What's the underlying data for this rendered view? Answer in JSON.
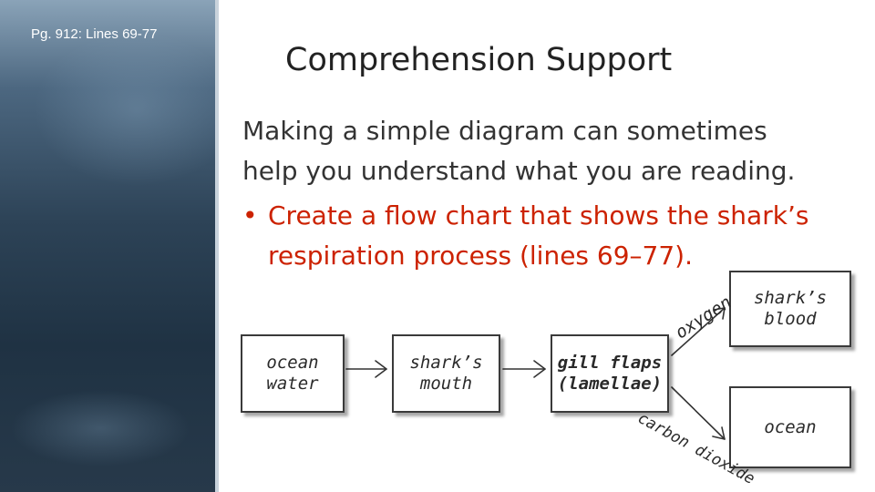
{
  "page_ref": "Pg. 912: Lines 69-77",
  "title": "Comprehension Support",
  "body": {
    "line1": "Making a simple diagram can sometimes",
    "line2": "help you understand what you are reading.",
    "bullet_symbol": "•",
    "bullet_line1": "Create a flow chart that shows the shark’s",
    "bullet_line2": "respiration process (lines 69–77)."
  },
  "diagram": {
    "nodes": {
      "ocean_water": "ocean\nwater",
      "shark_mouth": "shark’s\nmouth",
      "gill_flaps": "gill flaps\n(lamellae)",
      "shark_blood": "shark’s\nblood",
      "ocean": "ocean"
    },
    "edge_labels": {
      "oxygen": "oxygen",
      "carbon_dioxide": "carbon dioxide"
    }
  },
  "colors": {
    "bullet_accent": "#cc2200",
    "panel_dark": "#1f3243"
  }
}
